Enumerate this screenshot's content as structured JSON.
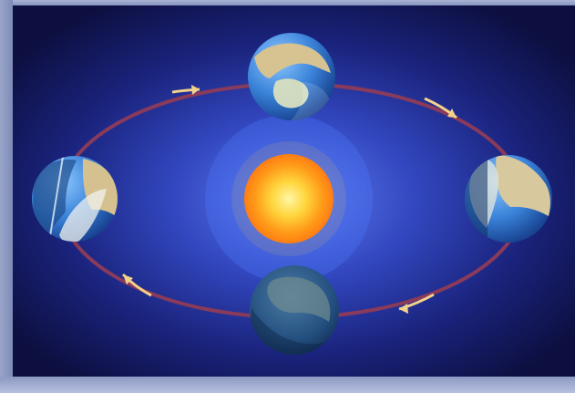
{
  "diagram": {
    "sun": {
      "icon": "sun-icon"
    },
    "orbit": {
      "color": "#8a3a5a",
      "arrow_color": "#f3d28a"
    },
    "earths": [
      {
        "position": "top",
        "icon": "earth-icon"
      },
      {
        "position": "right",
        "icon": "earth-icon"
      },
      {
        "position": "bottom",
        "icon": "earth-icon"
      },
      {
        "position": "left",
        "icon": "earth-icon"
      }
    ]
  },
  "colors": {
    "background_glow": "#3a55c8",
    "sun_core": "#ffe84a",
    "sun_edge": "#ff9a1a",
    "earth_ocean": "#2f74c8",
    "earth_land": "#d9c79b"
  }
}
